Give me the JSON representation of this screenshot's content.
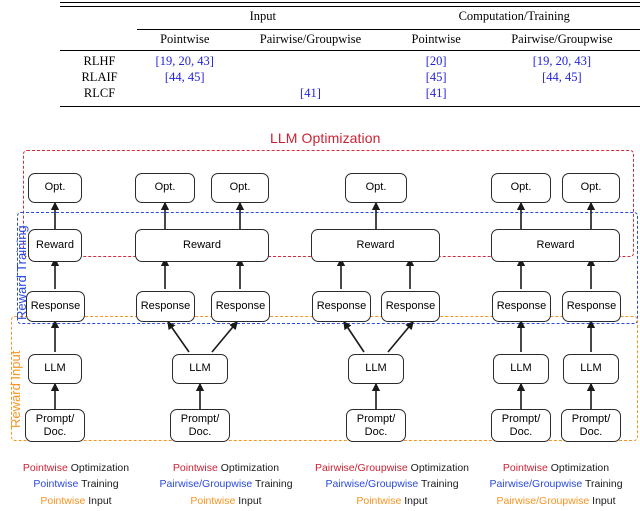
{
  "table": {
    "group_headers": [
      "Input",
      "Computation/Training"
    ],
    "sub_headers": [
      "Pointwise",
      "Pairwise/Groupwise",
      "Pointwise",
      "Pairwise/Groupwise"
    ],
    "rows": [
      {
        "label": "RLHF",
        "cells": [
          "[19, 20, 43]",
          "",
          "[20]",
          "[19, 20, 43]"
        ]
      },
      {
        "label": "RLAIF",
        "cells": [
          "[44, 45]",
          "",
          "[45]",
          "[44, 45]"
        ]
      },
      {
        "label": "RLCF",
        "cells": [
          "",
          "[41]",
          "[41]",
          ""
        ]
      }
    ],
    "citation_color": "#2222dd"
  },
  "diagram": {
    "title": "LLM Optimization",
    "zones": [
      {
        "name": "llm-optimization",
        "label": "LLM Optimization",
        "color": "#d42a3c"
      },
      {
        "name": "reward-training",
        "label": "Reward Training",
        "color": "#2a49e0"
      },
      {
        "name": "reward-input",
        "label": "Reward Input",
        "color": "#f79421"
      }
    ],
    "side_labels": [
      "Reward Training",
      "Reward Input"
    ],
    "node_labels": {
      "opt": "Opt.",
      "reward": "Reward",
      "response": "Response",
      "llm": "LLM",
      "prompt_line1": "Prompt/",
      "prompt_line2": "Doc."
    },
    "opt_nodes": [
      "Opt.",
      "Opt.",
      "Opt.",
      "Opt.",
      "Opt.",
      "Opt."
    ],
    "reward_nodes": [
      "Reward",
      "Reward",
      "Reward",
      "Reward"
    ],
    "response_nodes": [
      "Response",
      "Response",
      "Response",
      "Response",
      "Response",
      "Response",
      "Response"
    ],
    "llm_nodes": [
      "LLM",
      "LLM",
      "LLM",
      "LLM",
      "LLM"
    ],
    "prompt_nodes": [
      "Prompt/ Doc.",
      "Prompt/ Doc.",
      "Prompt/ Doc.",
      "Prompt/ Doc.",
      "Prompt/ Doc."
    ]
  },
  "legend": {
    "columns": [
      {
        "opt_kind": "Pointwise",
        "opt_word": "Optimization",
        "train_kind": "Pointwise",
        "train_word": "Training",
        "input_kind": "Pointwise",
        "input_word": "Input"
      },
      {
        "opt_kind": "Pointwise",
        "opt_word": "Optimization",
        "train_kind": "Pairwise/Groupwise",
        "train_word": "Training",
        "input_kind": "Pointwise",
        "input_word": "Input"
      },
      {
        "opt_kind": "Pairwise/Groupwise",
        "opt_word": "Optimization",
        "train_kind": "Pairwise/Groupwise",
        "train_word": "Training",
        "input_kind": "Pointwise",
        "input_word": "Input"
      },
      {
        "opt_kind": "Pointwise",
        "opt_word": "Optimization",
        "train_kind": "Pairwise/Groupwise",
        "train_word": "Training",
        "input_kind": "Pairwise/Groupwise",
        "input_word": "Input"
      }
    ],
    "colors": {
      "optimization": "#cc2233",
      "training": "#2a49e0",
      "input": "#f79421"
    }
  }
}
